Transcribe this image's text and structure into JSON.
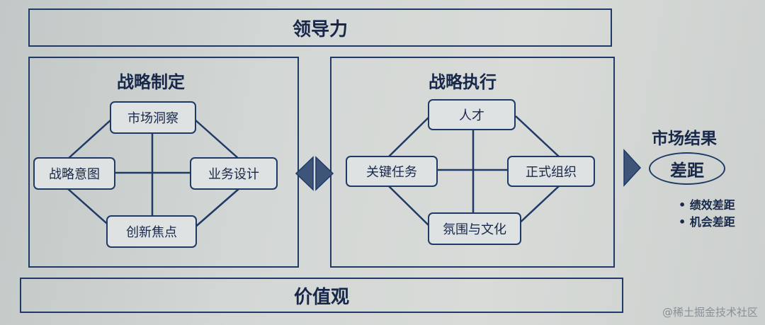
{
  "top_band": {
    "label": "领导力"
  },
  "bottom_band": {
    "label": "价值观"
  },
  "strategy_formulation": {
    "title": "战略制定",
    "nodes": {
      "top": "市场洞察",
      "left": "战略意图",
      "right": "业务设计",
      "bottom": "创新焦点"
    }
  },
  "strategy_execution": {
    "title": "战略执行",
    "nodes": {
      "top": "人才",
      "left": "关键任务",
      "right": "正式组织",
      "bottom": "氛围与文化"
    }
  },
  "market_result": {
    "title": "市场结果",
    "gap_label": "差距",
    "bullets": [
      "• 绩效差距",
      "• 机会差距"
    ]
  },
  "watermark": "@稀土掘金技术社区",
  "colors": {
    "line": "#1f3a66",
    "text": "#17284a",
    "paper": "#d3d7d5"
  }
}
